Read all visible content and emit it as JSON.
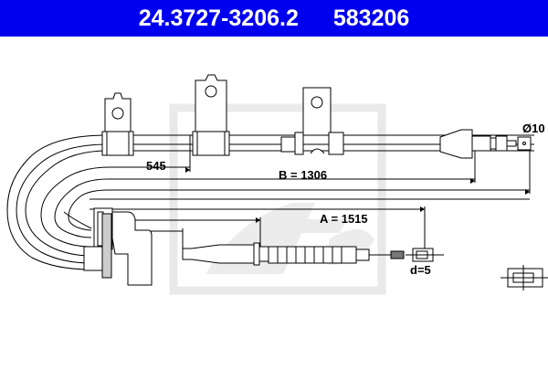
{
  "header": {
    "part_number": "24.3727-3206.2",
    "ref_number": "583206",
    "background_color": "#0000ee",
    "text_color": "#ffffff"
  },
  "drawing": {
    "subject": "handbrake-cable",
    "watermark": "Ate",
    "dimensions": {
      "d545": "545",
      "b": "B = 1306",
      "a": "A = 1515",
      "diameter": "Ø10",
      "d": "d=5"
    },
    "icons": [
      "end-fitting-detail-icon"
    ]
  }
}
